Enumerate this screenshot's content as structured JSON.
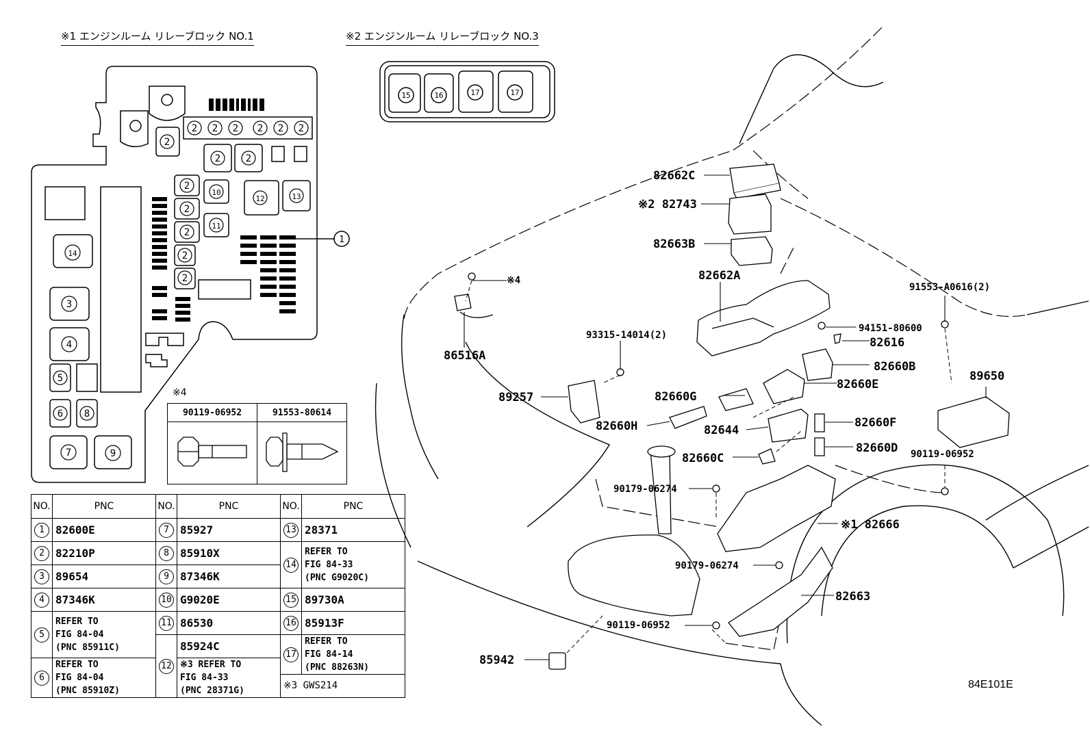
{
  "headers": {
    "block1": "※1 エンジンルーム リレーブロック NO.1",
    "block3": "※2 エンジンルーム リレーブロック NO.3"
  },
  "block3_items": [
    "15",
    "16",
    "17",
    "17"
  ],
  "block1_callout": "1",
  "note4_label": "※4",
  "bolts": {
    "left": "90119-06952",
    "right": "91553-80614"
  },
  "table": {
    "headers": {
      "no": "NO.",
      "pnc": "PNC"
    },
    "rows": [
      [
        {
          "no": "1",
          "pnc": "82600E"
        },
        {
          "no": "7",
          "pnc": "85927"
        },
        {
          "no": "13",
          "pnc": "28371"
        }
      ],
      [
        {
          "no": "2",
          "pnc": "82210P"
        },
        {
          "no": "8",
          "pnc": "85910X"
        },
        {
          "no": "14",
          "pnc": "REFER TO\nFIG 84-33\n(PNC G9020C)"
        }
      ],
      [
        {
          "no": "3",
          "pnc": "89654"
        },
        {
          "no": "9",
          "pnc": "87346K"
        }
      ],
      [
        {
          "no": "4",
          "pnc": "87346K"
        },
        {
          "no": "10",
          "pnc": "G9020E"
        },
        {
          "no": "15",
          "pnc": "89730A"
        }
      ],
      [
        {
          "no": "5",
          "pnc": "REFER TO\nFIG 84-04\n(PNC 85911C)"
        },
        {
          "no": "11",
          "pnc": "86530"
        },
        {
          "no": "16",
          "pnc": "85913F"
        }
      ],
      [
        {
          "no": "12",
          "pnc_a": "85924C",
          "pnc_b": "※3 REFER TO\nFIG 84-33\n(PNC 28371G)"
        },
        {
          "no": "17",
          "pnc": "REFER TO\nFIG 84-14\n(PNC 88263N)"
        }
      ],
      [
        {
          "no": "6",
          "pnc": "REFER TO\nFIG 84-04\n(PNC 85910Z)"
        },
        {
          "note": "※3 GWS214"
        }
      ]
    ]
  },
  "parts": {
    "p82662C": "82662C",
    "p82743": "※2 82743",
    "p82663B": "82663B",
    "p82662A": "82662A",
    "p91553A0616": "91553-A0616(2)",
    "p94151": "94151-80600",
    "p82616": "82616",
    "p82660B": "82660B",
    "p93315": "93315-14014(2)",
    "note4": "※4",
    "p86516A": "86516A",
    "p82660E": "82660E",
    "p89650": "89650",
    "p89257": "89257",
    "p82660G": "82660G",
    "p82660F": "82660F",
    "p82660H": "82660H",
    "p82644": "82644",
    "p82660D": "82660D",
    "p82660C": "82660C",
    "p90119a": "90119-06952",
    "p90179a": "90179-06274",
    "p82666": "※1 82666",
    "p90179b": "90179-06274",
    "p82663": "82663",
    "p90119b": "90119-06952",
    "p85942": "85942"
  },
  "figure_id": "84E101E"
}
